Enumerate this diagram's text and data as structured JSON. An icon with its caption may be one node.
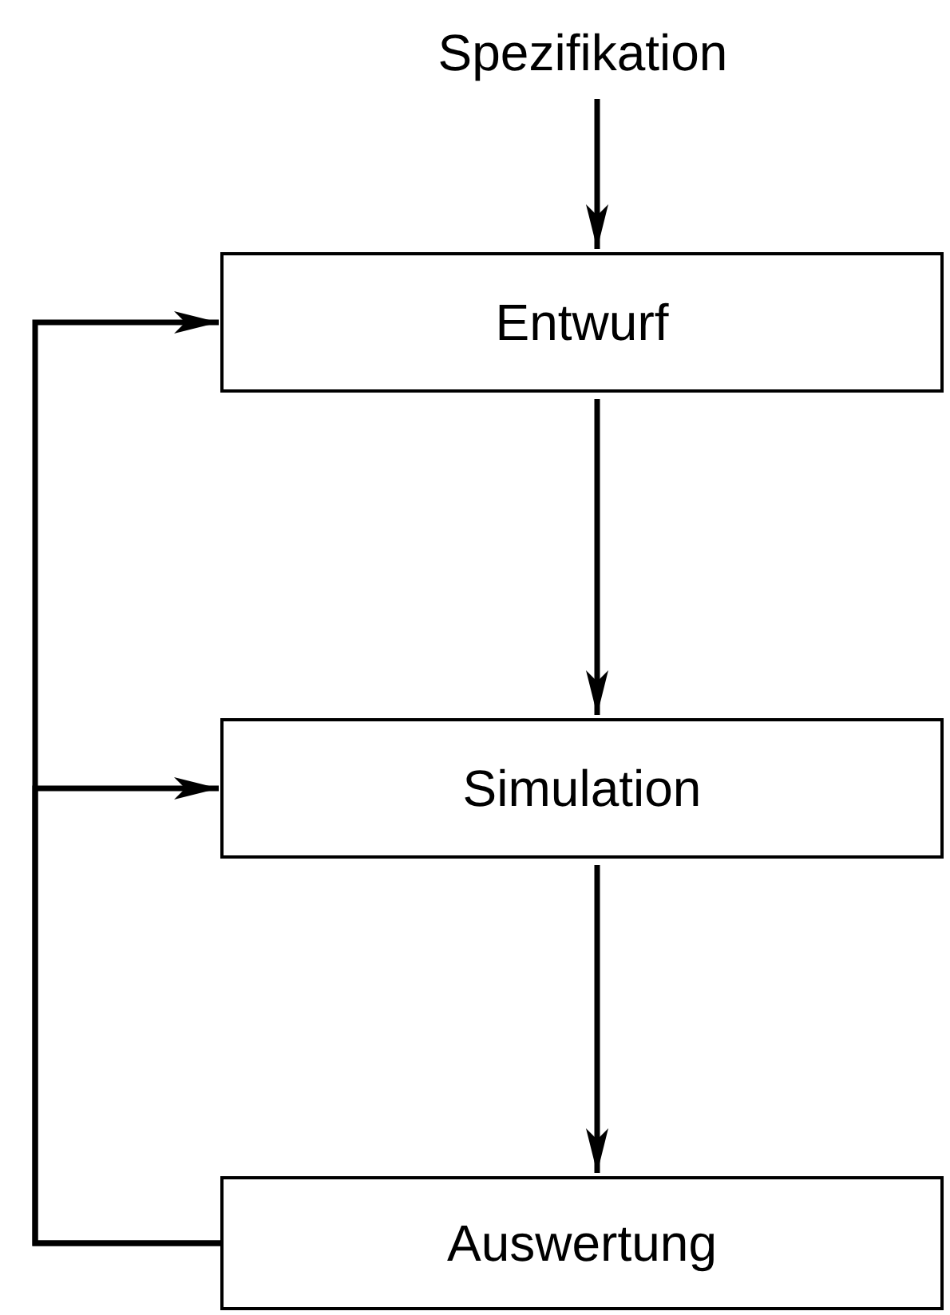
{
  "diagram": {
    "nodes": [
      {
        "text": [
          "Spezifikation"
        ]
      },
      {
        "text": [
          "Entwurf"
        ]
      },
      {
        "text": [
          "Simulation"
        ]
      },
      {
        "text": [
          "Auswertung"
        ]
      }
    ],
    "edges": [
      {
        "from": 0,
        "to": 1,
        "arrow": "to"
      },
      {
        "from": 1,
        "to": 2,
        "arrow": "to"
      },
      {
        "from": 2,
        "to": 3,
        "arrow": "to"
      },
      {
        "from": 3,
        "to": 1,
        "arrow": "to"
      },
      {
        "from": 3,
        "to": 2,
        "arrow": "to"
      }
    ]
  }
}
